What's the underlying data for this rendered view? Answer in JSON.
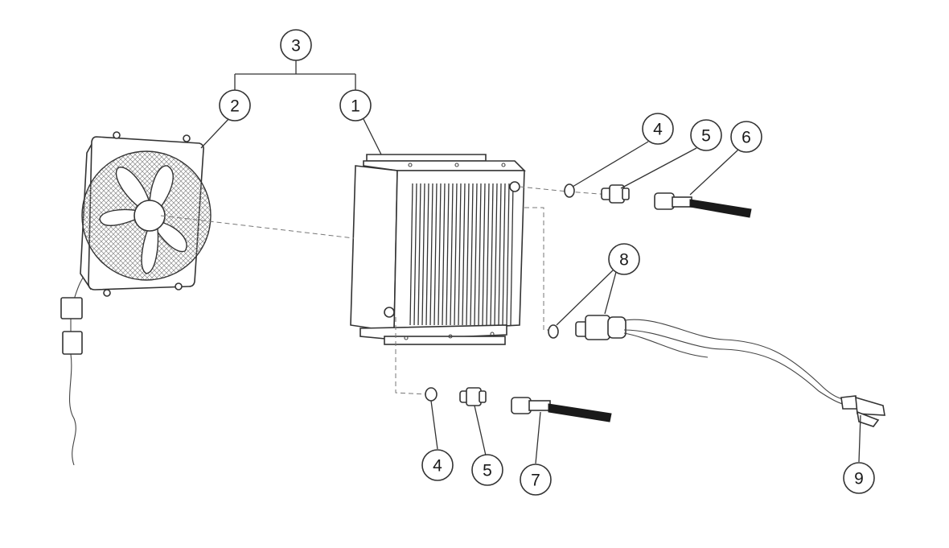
{
  "callouts": [
    {
      "id": "c3",
      "label": "3"
    },
    {
      "id": "c2",
      "label": "2"
    },
    {
      "id": "c1",
      "label": "1"
    },
    {
      "id": "c4a",
      "label": "4"
    },
    {
      "id": "c5a",
      "label": "5"
    },
    {
      "id": "c6",
      "label": "6"
    },
    {
      "id": "c8",
      "label": "8"
    },
    {
      "id": "c4b",
      "label": "4"
    },
    {
      "id": "c5b",
      "label": "5"
    },
    {
      "id": "c7",
      "label": "7"
    },
    {
      "id": "c9",
      "label": "9"
    }
  ],
  "colors": {
    "line": "#333333",
    "hose": "#1a1a1a",
    "mesh": "#888888"
  }
}
